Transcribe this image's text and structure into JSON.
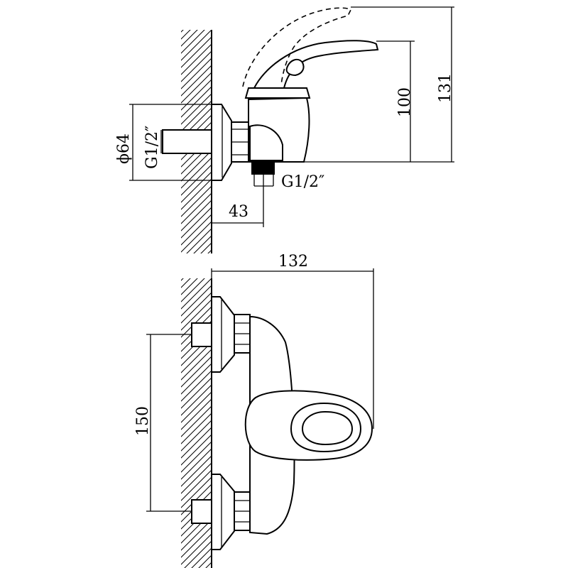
{
  "dimensions": {
    "side_view": {
      "flange_diameter": "ϕ64",
      "inlet_thread": "G1/2″",
      "outlet_thread": "G1/2″",
      "wall_to_outlet": "43",
      "spout_height": "100",
      "total_height": "131"
    },
    "front_view": {
      "overall_width": "132",
      "inlet_spacing": "150"
    }
  },
  "colors": {
    "line": "#000000",
    "background": "#ffffff"
  }
}
